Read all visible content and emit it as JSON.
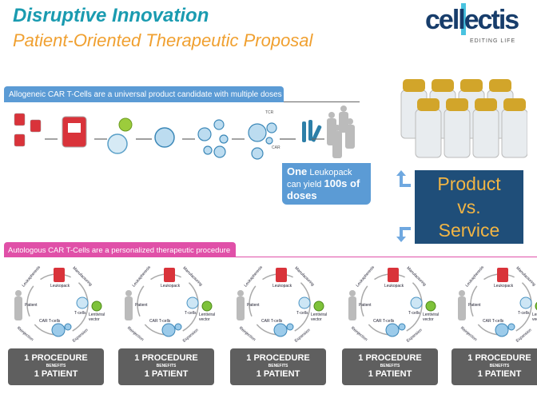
{
  "title": "Disruptive Innovation",
  "subtitle": "Patient-Oriented Therapeutic Proposal",
  "logo": {
    "word": "cellectis",
    "tagline": "EDITING LIFE"
  },
  "allogeneic": {
    "banner": "Allogeneic CAR T-Cells are a universal product candidate with multiple doses",
    "process_labels": {
      "tcr": "TCR",
      "car": "CAR"
    },
    "callout": {
      "one": "One",
      "mid": " Leukopack can yield ",
      "bold": "100s of doses"
    }
  },
  "product_vs_service": [
    "Product",
    "vs.",
    "Service"
  ],
  "autologous": {
    "banner": "Autologous CAR T-Cells are a personalized therapeutic procedure",
    "cycle_labels": {
      "leukapheresis": "Leukapheresis",
      "manufacturing": "Manufacturing",
      "leukopack": "Leukopack",
      "tcells": "T-cells",
      "vector": "Lentiviral vector",
      "expansion": "Expansion",
      "cart": "CAR T-cells",
      "reinjection": "Reinjection",
      "patient": "Patient"
    },
    "procedure": {
      "line1": "1 PROCEDURE",
      "line2": "BENEFITS",
      "line3": "1 PATIENT"
    },
    "count": 5
  },
  "colors": {
    "teal": "#1a9bb0",
    "orange": "#f0a030",
    "blue": "#5b9bd5",
    "navy": "#1f4e79",
    "pink": "#e050a8"
  }
}
